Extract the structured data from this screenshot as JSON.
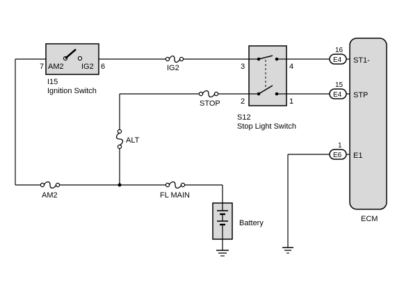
{
  "components": {
    "ignition_switch": {
      "id": "I15",
      "name": "Ignition Switch",
      "terminal_left": "AM2",
      "terminal_right": "IG2",
      "pin_left": "7",
      "pin_right": "6"
    },
    "stop_light_switch": {
      "id": "S12",
      "name": "Stop Light Switch",
      "pin_top_left": "3",
      "pin_top_right": "4",
      "pin_bottom_left": "2",
      "pin_bottom_right": "1"
    },
    "ecm": {
      "name": "ECM"
    },
    "battery": {
      "name": "Battery"
    }
  },
  "fuses": {
    "ig2": "IG2",
    "stop": "STOP",
    "alt": "ALT",
    "am2": "AM2",
    "fl_main": "FL MAIN"
  },
  "ecm_terminals": [
    {
      "connector": "E4",
      "pin": "16",
      "signal": "ST1-"
    },
    {
      "connector": "E4",
      "pin": "15",
      "signal": "STP"
    },
    {
      "connector": "E6",
      "pin": "1",
      "signal": "E1"
    }
  ]
}
